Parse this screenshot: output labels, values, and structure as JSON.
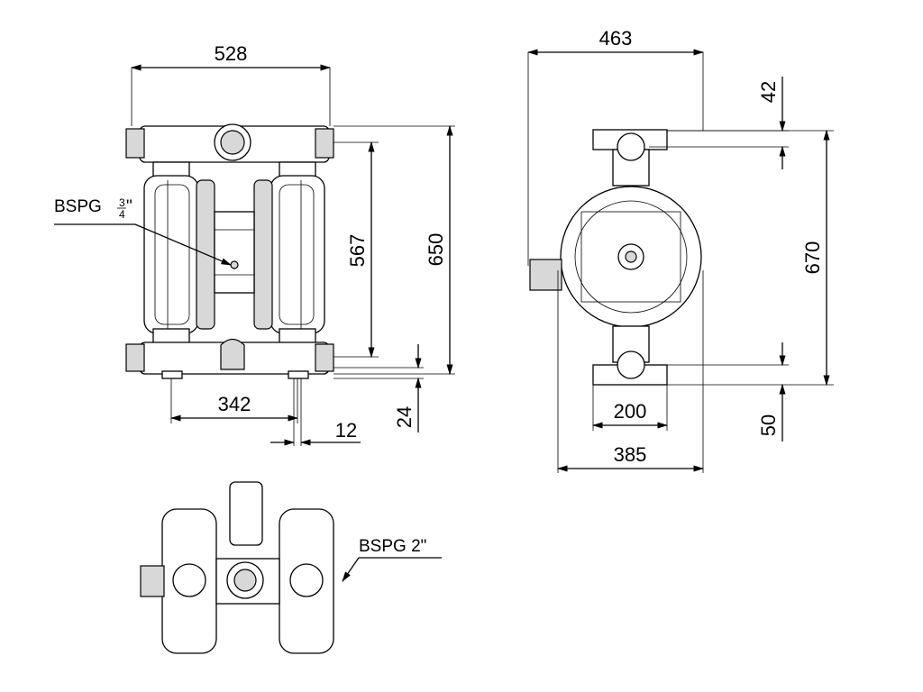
{
  "front_view": {
    "dims": {
      "overall_width": "528",
      "height_ports": "567",
      "overall_height": "650",
      "foot_spacing": "342",
      "foot_offset": "12",
      "foot_height": "24"
    },
    "air_port_label": "BSPG",
    "air_port_fraction_num": "3",
    "air_port_fraction_den": "4",
    "air_port_inch": "\""
  },
  "side_view": {
    "dims": {
      "overall_depth": "463",
      "top_port_offset": "42",
      "overall_height": "670",
      "foot_inner": "200",
      "foot_outer": "385",
      "bottom_port_offset": "50"
    }
  },
  "top_view": {
    "port_label": "BSPG 2\""
  }
}
